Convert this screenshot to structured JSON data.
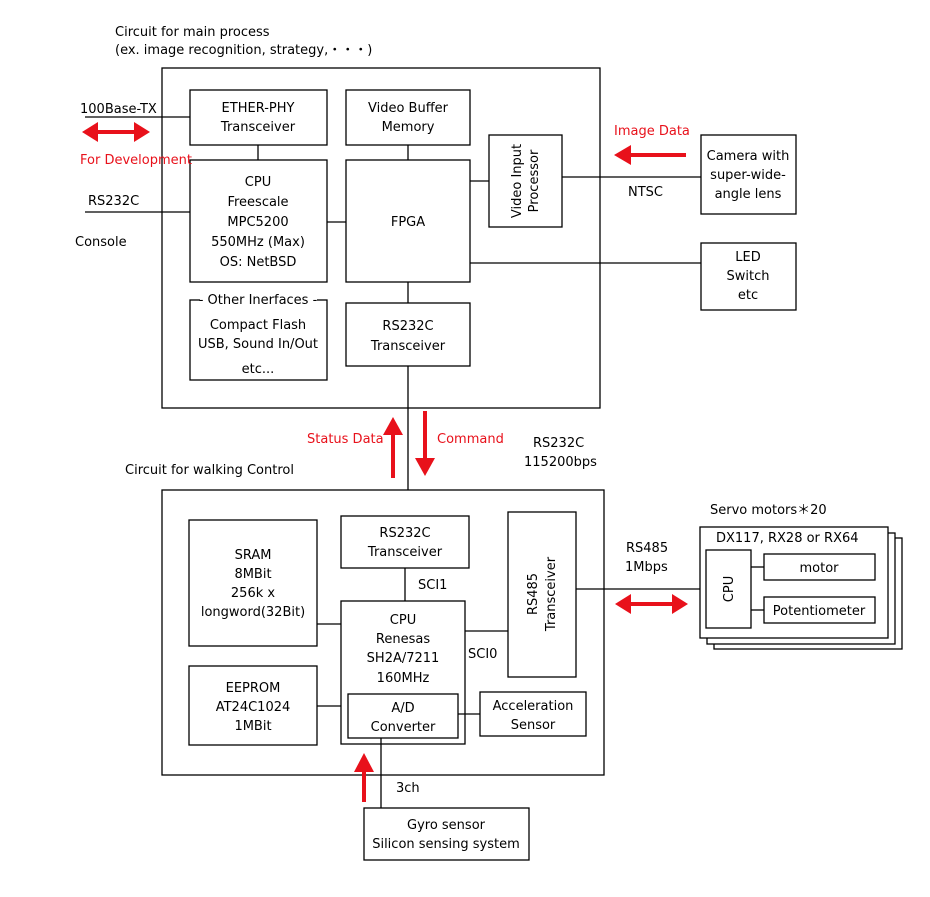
{
  "main_circuit": {
    "title": "Circuit for main process",
    "subtitle": "(ex. image recognition, strategy,・・・)"
  },
  "ether_phy": {
    "line1": "ETHER-PHY",
    "line2": "Transceiver"
  },
  "video_buffer": {
    "line1": "Video Buffer",
    "line2": "Memory"
  },
  "main_cpu": {
    "lines": [
      "CPU",
      "Freescale",
      "MPC5200",
      "550MHz (Max)",
      "OS: NetBSD"
    ]
  },
  "fpga": {
    "label": "FPGA"
  },
  "video_input": {
    "line1": "Video Input",
    "line2": "Processor"
  },
  "other_interfaces": {
    "title": "Other Inerfaces",
    "lines": [
      "Compact Flash",
      "USB, Sound In/Out",
      "etc..."
    ]
  },
  "main_rs232c": {
    "line1": "RS232C",
    "line2": "Transceiver"
  },
  "camera": {
    "lines": [
      "Camera with",
      "super-wide-",
      "angle lens"
    ]
  },
  "led": {
    "lines": [
      "LED",
      "Switch",
      "etc"
    ]
  },
  "external": {
    "base_tx": "100Base-TX",
    "for_development": "For Development",
    "rs232c": "RS232C",
    "console": "Console",
    "image_data": "Image Data",
    "ntsc": "NTSC",
    "status_data": "Status Data",
    "command": "Command",
    "link_rs232c": "RS232C",
    "link_rate": "115200bps",
    "rs485": "RS485",
    "rs485_rate": "1Mbps",
    "three_ch": "3ch"
  },
  "walk_circuit": {
    "title": "Circuit for walking Control"
  },
  "sram": {
    "lines": [
      "SRAM",
      "8MBit",
      "256k x",
      "longword(32Bit)"
    ]
  },
  "walk_rs232c": {
    "line1": "RS232C",
    "line2": "Transceiver"
  },
  "sci1": "SCI1",
  "sci0": "SCI0",
  "rs485_transceiver": {
    "line1": "RS485",
    "line2": "Transceiver"
  },
  "walk_cpu": {
    "lines": [
      "CPU",
      "Renesas",
      "SH2A/7211",
      "160MHz"
    ]
  },
  "eeprom": {
    "lines": [
      "EEPROM",
      "AT24C1024",
      "1MBit"
    ]
  },
  "ad_converter": {
    "line1": "A/D",
    "line2": "Converter"
  },
  "accel": {
    "line1": "Acceleration",
    "line2": "Sensor"
  },
  "gyro": {
    "line1": "Gyro sensor",
    "line2": "Silicon sensing system"
  },
  "servo": {
    "title": "Servo motors＊20",
    "models": "DX117, RX28 or RX64",
    "cpu": "CPU",
    "motor": "motor",
    "potentiometer": "Potentiometer"
  }
}
